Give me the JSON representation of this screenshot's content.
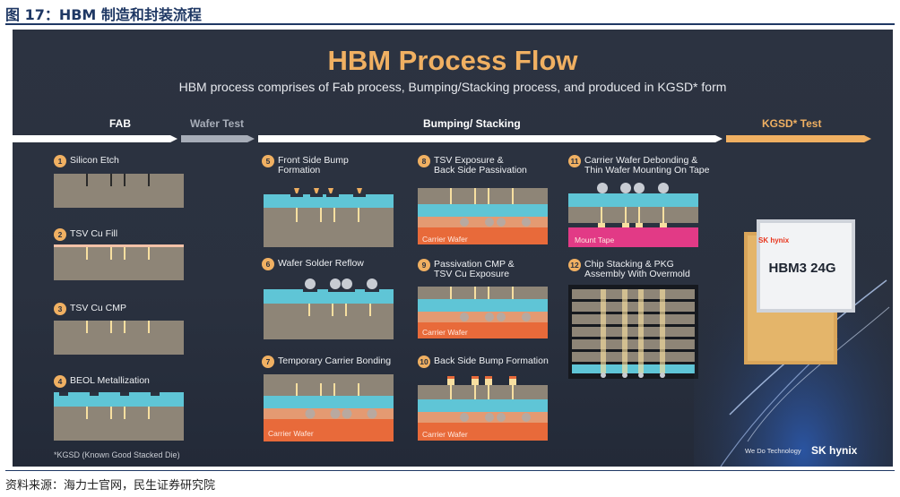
{
  "figure_title": "图 17：HBM 制造和封装流程",
  "source": "资料来源：海力士官网，民生证券研究院",
  "header": {
    "title": "HBM Process Flow",
    "subtitle": "HBM process comprises of Fab process, Bumping/Stacking process, and produced in KGSD* form"
  },
  "phases": [
    "FAB",
    "Wafer Test",
    "Bumping/ Stacking",
    "KGSD* Test"
  ],
  "steps": [
    {
      "num": "1",
      "label": "Silicon Etch"
    },
    {
      "num": "2",
      "label": "TSV Cu Fill"
    },
    {
      "num": "3",
      "label": "TSV Cu CMP"
    },
    {
      "num": "4",
      "label": "BEOL Metallization"
    },
    {
      "num": "5",
      "label": "Front Side Bump\nFormation"
    },
    {
      "num": "6",
      "label": "Wafer Solder Reflow"
    },
    {
      "num": "7",
      "label": "Temporary Carrier Bonding"
    },
    {
      "num": "8",
      "label": "TSV Exposure &\nBack Side Passivation"
    },
    {
      "num": "9",
      "label": "Passivation CMP &\nTSV Cu Exposure"
    },
    {
      "num": "10",
      "label": "Back Side Bump Formation"
    },
    {
      "num": "11",
      "label": "Carrier Wafer Debonding &\nThin Wafer Mounting On Tape"
    },
    {
      "num": "12",
      "label": "Chip Stacking & PKG\nAssembly With Overmold"
    }
  ],
  "wafer_labels": {
    "carrier_wafer": "Carrier Wafer",
    "mount_tape": "Mount Tape"
  },
  "footnote": "*KGSD (Known Good Stacked Die)",
  "product": {
    "chip_brand": "SK hynix",
    "chip_name": "HBM3 24G",
    "tagline": "We Do Technology",
    "brand": "SK hynix"
  },
  "colors": {
    "accent": "#f0b062",
    "background": "#2a313f",
    "silicon": "#8e8577",
    "metal_layer": "#5fc5d6",
    "carrier_wafer": "#e86a3a",
    "mount_tape": "#e23a86"
  }
}
